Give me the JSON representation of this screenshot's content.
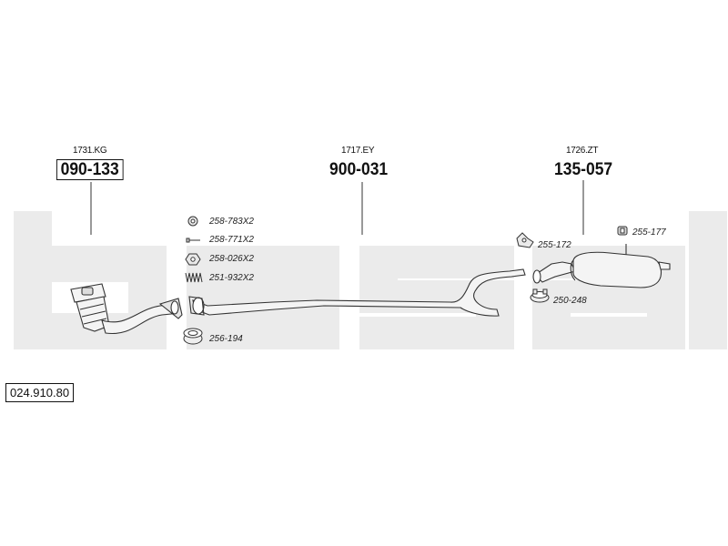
{
  "reference_number": "024.910.80",
  "assemblies": [
    {
      "id": "front",
      "sub_code": "1731.KG",
      "main_code": "090-133"
    },
    {
      "id": "middle",
      "sub_code": "1717.EY",
      "main_code": "900-031"
    },
    {
      "id": "rear",
      "sub_code": "1726.ZT",
      "main_code": "135-057"
    }
  ],
  "parts": [
    {
      "id": "nut",
      "label": "258-783X2",
      "icon": "nut-icon"
    },
    {
      "id": "bolt",
      "label": "258-771X2",
      "icon": "bolt-icon"
    },
    {
      "id": "gasket-nut",
      "label": "258-026X2",
      "icon": "hex-nut-icon"
    },
    {
      "id": "spring",
      "label": "251-932X2",
      "icon": "spring-icon"
    },
    {
      "id": "seal-ring",
      "label": "256-194",
      "icon": "seal-ring-icon"
    },
    {
      "id": "bracket",
      "label": "255-172",
      "icon": "bracket-icon"
    },
    {
      "id": "rubber-mount",
      "label": "255-177",
      "icon": "rubber-mount-icon"
    },
    {
      "id": "clamp",
      "label": "250-248",
      "icon": "clamp-icon"
    }
  ],
  "colors": {
    "watermark": "#ebebeb",
    "line": "#333333",
    "pipe_fill": "#f4f4f4"
  }
}
